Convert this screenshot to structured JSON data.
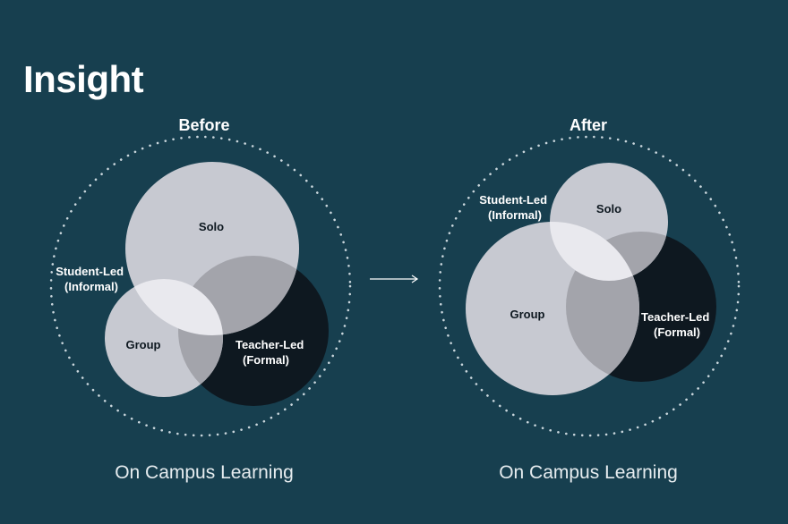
{
  "title": "Insight",
  "colors": {
    "background": "#173f4f",
    "light_circle": "#c7c9d1",
    "dark_circle": "#0e1820",
    "overlap_light": "#e9e9ee",
    "overlap_mid": "#a3a4ab",
    "dots": "#c9d6dc"
  },
  "arrow": {
    "icon": "right-arrow-icon"
  },
  "panels": [
    {
      "id": "before",
      "heading": "Before",
      "caption": "On Campus Learning",
      "sets": [
        {
          "id": "solo",
          "label": "Solo"
        },
        {
          "id": "group",
          "label": "Group"
        },
        {
          "id": "teacher-led",
          "label_lines": [
            "Teacher-Led",
            "(Formal)"
          ]
        }
      ],
      "overlap_label_lines": [
        "Student-Led",
        "(Informal)"
      ]
    },
    {
      "id": "after",
      "heading": "After",
      "caption": "On Campus Learning",
      "sets": [
        {
          "id": "solo",
          "label": "Solo"
        },
        {
          "id": "group",
          "label": "Group"
        },
        {
          "id": "teacher-led",
          "label_lines": [
            "Teacher-Led",
            "(Formal)"
          ]
        }
      ],
      "overlap_label_lines": [
        "Student-Led",
        "(Informal)"
      ]
    }
  ]
}
